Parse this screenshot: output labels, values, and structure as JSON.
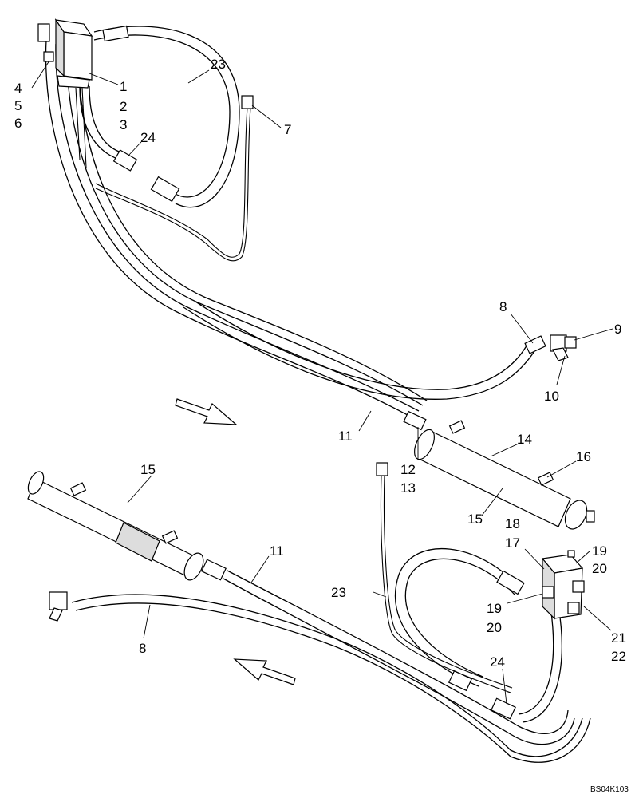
{
  "diagram": {
    "callouts": {
      "c1": "1",
      "c2": "2",
      "c3": "3",
      "c4": "4",
      "c5": "5",
      "c6": "6",
      "c7": "7",
      "c8_top": "8",
      "c9": "9",
      "c10": "10",
      "c11_top": "11",
      "c12": "12",
      "c13": "13",
      "c14": "14",
      "c16": "16",
      "c15_right": "15",
      "c23_top": "23",
      "c24_top": "24",
      "c15_left": "15",
      "c11_bottom": "11",
      "c8_bottom": "8",
      "c18": "18",
      "c17": "17",
      "c19_right": "19",
      "c20_right": "20",
      "c19_left": "19",
      "c20_left": "20",
      "c21": "21",
      "c22": "22",
      "c23_bottom": "23",
      "c24_bottom": "24"
    },
    "figure_code": "BS04K103"
  }
}
